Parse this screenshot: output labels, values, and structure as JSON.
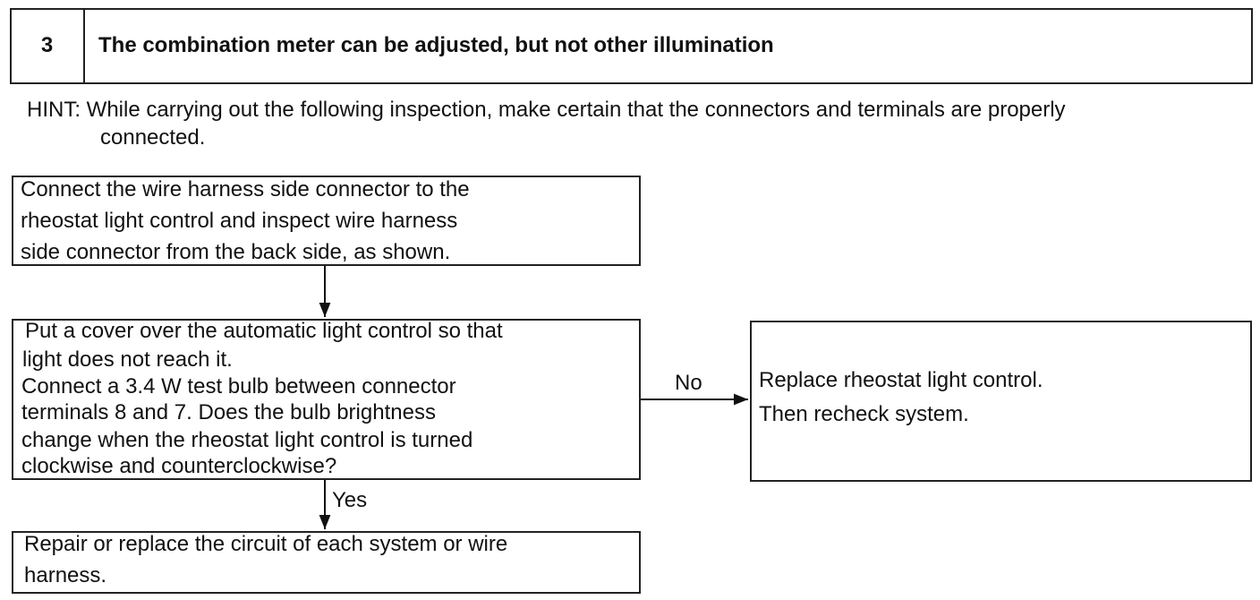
{
  "header": {
    "step_number": "3",
    "title": "The combination meter can be adjusted, but not other illumination"
  },
  "hint": {
    "line1": "HINT: While carrying out the following inspection, make certain that the connectors and terminals are properly",
    "line2": "connected."
  },
  "flow": {
    "box1": [
      "Connect the wire harness side connector to the",
      "rheostat light control and inspect wire harness",
      "side connector from the back side, as shown."
    ],
    "box2": [
      "Put a cover over the automatic light control so that",
      "light does not reach it.",
      "Connect a 3.4 W test bulb between connector",
      "terminals 8 and 7. Does the bulb brightness",
      "change when the rheostat light control is turned",
      "clockwise and counterclockwise?"
    ],
    "box3": [
      "Replace rheostat light control.",
      "Then recheck system."
    ],
    "box4": [
      "Repair or replace the circuit of each system or wire",
      "harness."
    ],
    "no_label": "No",
    "yes_label": "Yes"
  }
}
